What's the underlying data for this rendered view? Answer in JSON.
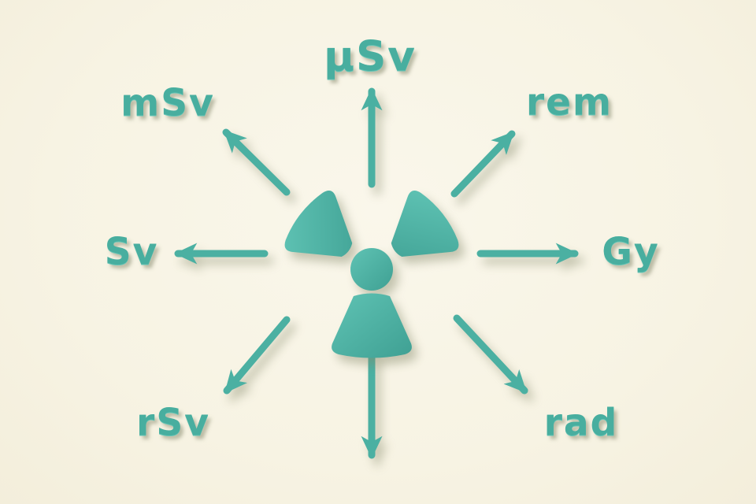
{
  "diagram": {
    "background_color": "#f7f3e3",
    "accent_color": "#4bb0a2",
    "shadow_color": "rgba(130,135,105,0.45)",
    "center_icon": "radiation-trefoil-icon",
    "spokes": [
      {
        "direction": "up",
        "label": "µSv"
      },
      {
        "direction": "up-left",
        "label": "mSv"
      },
      {
        "direction": "up-right",
        "label": "rem"
      },
      {
        "direction": "left",
        "label": "Sv"
      },
      {
        "direction": "right",
        "label": "Gy"
      },
      {
        "direction": "down-left",
        "label": "rSv"
      },
      {
        "direction": "down-right",
        "label": "rad"
      },
      {
        "direction": "down",
        "label": ""
      }
    ]
  }
}
